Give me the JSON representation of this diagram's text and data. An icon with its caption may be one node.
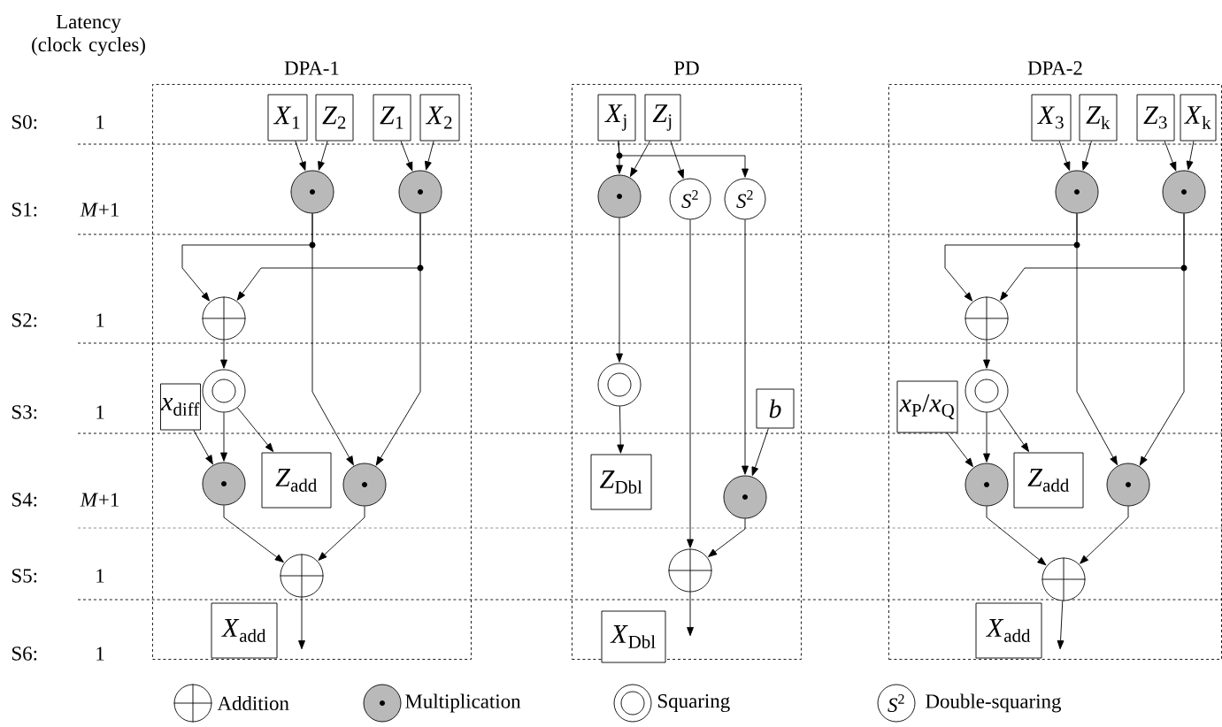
{
  "diagram": {
    "nodes": [
      {
        "text": [
          "DPA-1"
        ]
      },
      {
        "text": [
          "*X*$_{1}$"
        ],
        "in": 0
      },
      {
        "text": [
          "*Z*$_{2}$"
        ],
        "in": 0
      },
      {
        "text": [
          "*Z*$_{1}$"
        ],
        "in": 0
      },
      {
        "text": [
          "*X*$_{2}$"
        ],
        "in": 0
      },
      {
        "text": [],
        "shape": "circle",
        "in": 0
      },
      {
        "text": [],
        "shape": "circle",
        "in": 0
      },
      {
        "text": [],
        "shape": "circle",
        "in": 0
      },
      {
        "text": [],
        "shape": "circle",
        "in": 0
      },
      {
        "text": [
          "*x*$_{diff}$"
        ],
        "in": 0
      },
      {
        "text": [],
        "shape": "circle",
        "in": 0
      },
      {
        "text": [
          "*Z*$_{add}$"
        ],
        "in": 0
      },
      {
        "text": [],
        "shape": "circle",
        "in": 0
      },
      {
        "text": [],
        "shape": "circle",
        "in": 0
      },
      {
        "text": [
          "*X*$_{add}$"
        ],
        "in": 0
      },
      {
        "text": [
          "PD"
        ]
      },
      {
        "text": [
          "*X*$_{j}$"
        ],
        "in": 15
      },
      {
        "text": [
          "*Z*$_{j}$"
        ],
        "in": 15
      },
      {
        "text": [],
        "shape": "circle",
        "in": 15
      },
      {
        "text": [
          "*S*$^{2}$"
        ],
        "in": 15
      },
      {
        "text": [
          "*S*$^{2}$"
        ],
        "in": 15
      },
      {
        "text": [],
        "shape": "circle",
        "in": 15
      },
      {
        "text": [
          "b"
        ],
        "in": 15
      },
      {
        "text": [
          "*Z*$_{Dbl}$"
        ],
        "in": 15
      },
      {
        "text": [],
        "shape": "circle",
        "in": 15
      },
      {
        "text": [],
        "shape": "circle",
        "in": 15
      },
      {
        "text": [
          "*X*$_{Dbl}$"
        ],
        "in": 15
      },
      {
        "text": [
          "DPA-2"
        ]
      },
      {
        "text": [
          "*X*$_{3}$"
        ],
        "in": 27
      },
      {
        "text": [
          "*Z*$_{k}$"
        ],
        "in": 27
      },
      {
        "text": [
          "*Z*$_{3}$"
        ],
        "in": 27
      },
      {
        "text": [
          "*X*$_{k}$"
        ],
        "in": 27
      },
      {
        "text": [],
        "shape": "circle",
        "in": 27
      },
      {
        "text": [],
        "shape": "circle",
        "in": 27
      },
      {
        "text": [],
        "shape": "circle",
        "in": 27
      },
      {
        "text": [],
        "shape": "circle",
        "in": 27
      },
      {
        "text": [
          "*x*$_{P}$/*x*$_{Q}$"
        ],
        "in": 27
      },
      {
        "text": [],
        "shape": "circle",
        "in": 27
      },
      {
        "text": [
          "*Z*$_{add}$"
        ],
        "in": 27
      },
      {
        "text": [],
        "shape": "circle",
        "in": 27
      },
      {
        "text": [],
        "shape": "circle",
        "in": 27
      },
      {
        "text": [
          "*X*$_{add}$"
        ],
        "in": 27
      }
    ],
    "edges": [
      {
        "from": 1,
        "to": 5,
        "arrow": "to"
      },
      {
        "from": 2,
        "to": 5,
        "arrow": "to"
      },
      {
        "from": 3,
        "to": 6,
        "arrow": "to"
      },
      {
        "from": 4,
        "to": 6,
        "arrow": "to"
      },
      {
        "from": 5,
        "to": 7,
        "arrow": "to"
      },
      {
        "from": 6,
        "to": 7,
        "arrow": "to"
      },
      {
        "from": 5,
        "to": 12,
        "arrow": "to"
      },
      {
        "from": 6,
        "to": 12,
        "arrow": "to"
      },
      {
        "from": 7,
        "to": 8,
        "arrow": "to"
      },
      {
        "from": 8,
        "to": 10,
        "arrow": "to"
      },
      {
        "from": 9,
        "to": 10,
        "arrow": "to"
      },
      {
        "from": 8,
        "to": 11,
        "arrow": "to"
      },
      {
        "from": 10,
        "to": 13,
        "arrow": "to"
      },
      {
        "from": 12,
        "to": 13,
        "arrow": "to"
      },
      {
        "from": 13,
        "to": null,
        "arrow": "to"
      },
      {
        "from": 16,
        "to": 18,
        "arrow": "to"
      },
      {
        "from": 17,
        "to": 18,
        "arrow": "to"
      },
      {
        "from": 17,
        "to": 19,
        "arrow": "to"
      },
      {
        "from": 16,
        "to": 20,
        "arrow": "to"
      },
      {
        "from": 18,
        "to": 21,
        "arrow": "to"
      },
      {
        "from": 21,
        "to": 23,
        "arrow": "to"
      },
      {
        "from": 19,
        "to": 25,
        "arrow": "to"
      },
      {
        "from": 20,
        "to": 24,
        "arrow": "to"
      },
      {
        "from": 22,
        "to": 24,
        "arrow": "to"
      },
      {
        "from": 24,
        "to": 25,
        "arrow": "to"
      },
      {
        "from": 25,
        "to": null,
        "arrow": "to"
      },
      {
        "from": 28,
        "to": 32,
        "arrow": "to"
      },
      {
        "from": 29,
        "to": 32,
        "arrow": "to"
      },
      {
        "from": 30,
        "to": 33,
        "arrow": "to"
      },
      {
        "from": 31,
        "to": 33,
        "arrow": "to"
      },
      {
        "from": 32,
        "to": 34,
        "arrow": "to"
      },
      {
        "from": 33,
        "to": 34,
        "arrow": "to"
      },
      {
        "from": 32,
        "to": 39,
        "arrow": "to"
      },
      {
        "from": 33,
        "to": 39,
        "arrow": "to"
      },
      {
        "from": 34,
        "to": 35,
        "arrow": "to"
      },
      {
        "from": 35,
        "to": 37,
        "arrow": "to"
      },
      {
        "from": 36,
        "to": 37,
        "arrow": "to"
      },
      {
        "from": 35,
        "to": 38,
        "arrow": "to"
      },
      {
        "from": 37,
        "to": 40,
        "arrow": "to"
      },
      {
        "from": 39,
        "to": 40,
        "arrow": "to"
      },
      {
        "from": 40,
        "to": null,
        "arrow": "to"
      }
    ],
    "labels": [
      "Latency (clock cycles)",
      "S0:",
      "1",
      "S1:",
      "*M*+1",
      "S2:",
      "1",
      "S3:",
      "1",
      "S4:",
      "*M*+1",
      "S5:",
      "1",
      "S6:",
      "1",
      "*S*$^{2}$"
    ],
    "legend": [
      {
        "text": "Addition"
      },
      {
        "text": "Multiplication"
      },
      {
        "text": "Squaring"
      },
      {
        "text": "Double-squaring"
      }
    ]
  }
}
